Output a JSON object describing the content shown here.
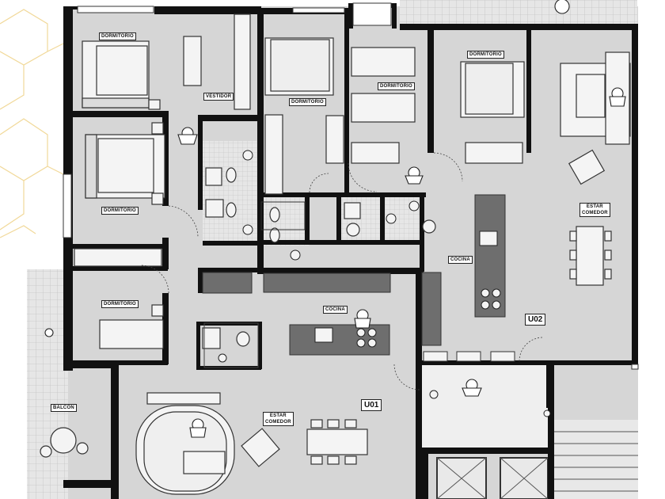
{
  "plan": {
    "units": {
      "u01": "U01",
      "u02": "U02"
    },
    "rooms": {
      "dorm_a": "DORMITORIO",
      "vestidor": "VESTIDOR",
      "dorm_b": "DORMITORIO",
      "dorm_c": "DORMITORIO",
      "dorm_d": "DORMITORIO",
      "dorm_e": "DORMITORIO",
      "dorm_f": "DORMITORIO",
      "cocina_u01": "COCINA",
      "cocina_u02": "COCINA",
      "estar_u01_l1": "ESTAR",
      "estar_u01_l2": "COMEDOR",
      "estar_u02_l1": "ESTAR",
      "estar_u02_l2": "COMEDOR",
      "balcon": "BALCON"
    },
    "colors": {
      "floor": "#d6d6d6",
      "wall": "#111111",
      "furniture": "#f4f4f4",
      "counter": "#6e6e6e",
      "tile": "#e2e2e2",
      "background": "#ffffff",
      "decor_line": "#f2dca0"
    }
  }
}
